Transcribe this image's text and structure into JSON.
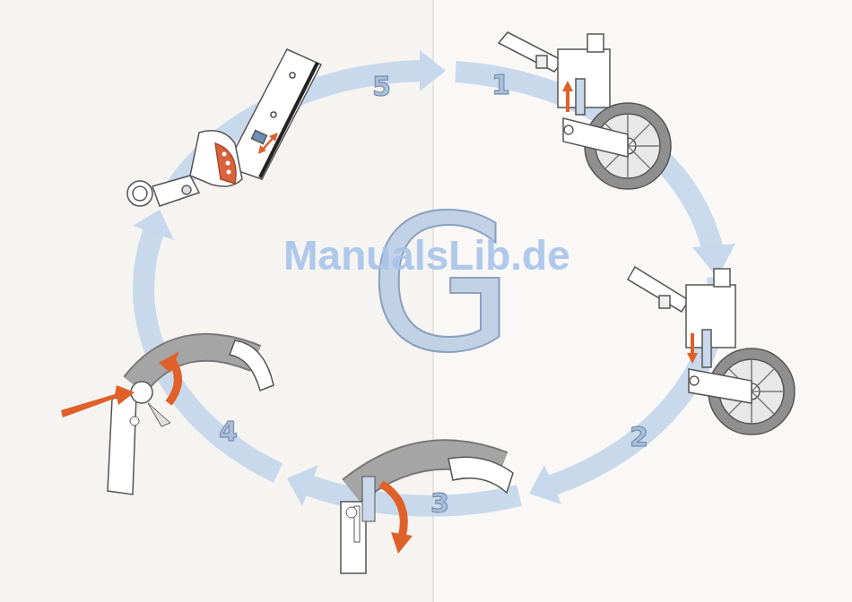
{
  "diagram": {
    "labels": [
      "5",
      "1",
      "2",
      "3",
      "4",
      "G",
      "ManualsLib.de"
    ]
  }
}
